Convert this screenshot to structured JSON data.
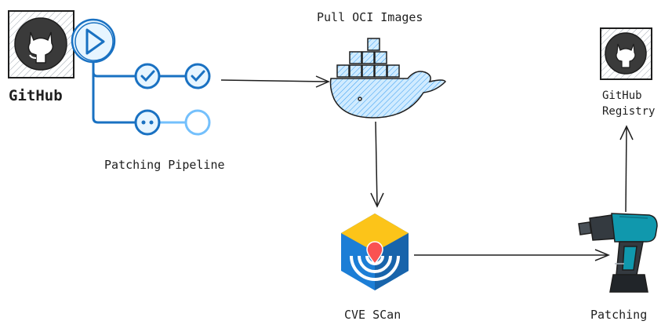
{
  "labels": {
    "github": "GitHub",
    "patching_pipeline": "Patching Pipeline",
    "pull_oci_images": "Pull OCI Images",
    "cve_scan": "CVE SCan",
    "patching": "Patching",
    "github_registry_line1": "GitHub",
    "github_registry_line2": "Registry"
  },
  "colors": {
    "ink": "#1e1e1e",
    "pipeline_blue": "#1971c2",
    "pipeline_light": "#74c0fc",
    "docker_fill": "#a5d8ff",
    "scanner_yellow": "#fcc419",
    "scanner_blue": "#1c7ed6",
    "scanner_dark": "#1864ab",
    "scanner_red": "#fa5252",
    "drill_teal": "#1098ad"
  },
  "icons": {
    "github": "github-octocat-icon",
    "pipeline": "pipeline-run-icon",
    "docker": "docker-whale-icon",
    "scanner": "cve-scanner-icon",
    "drill": "power-drill-icon",
    "registry": "github-registry-icon"
  }
}
